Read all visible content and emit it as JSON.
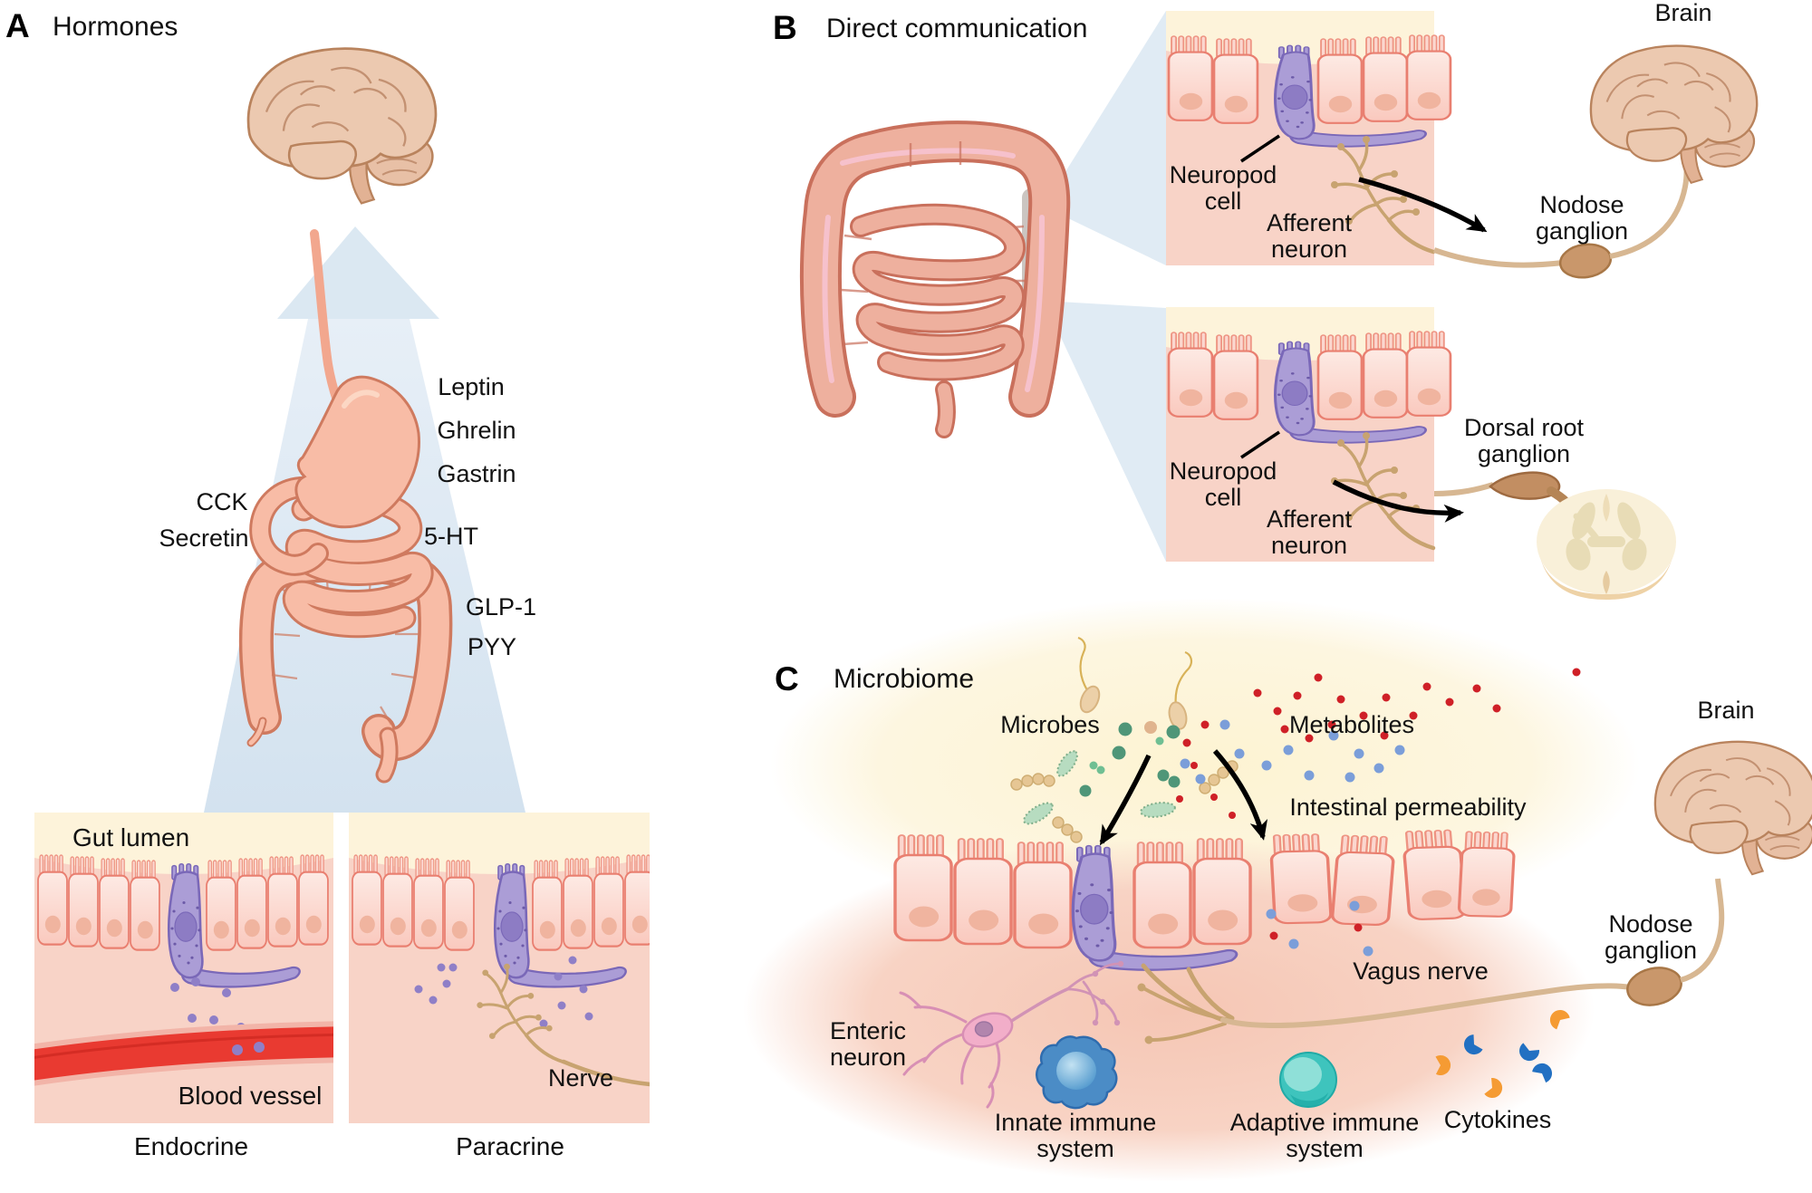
{
  "figure": {
    "type": "scientific-diagram",
    "topic": "Gut-brain communication pathways"
  },
  "colors": {
    "funnel_blue": "#dbe8f2",
    "gi_salmon": "#f8bca6",
    "gi_outline": "#cf7a5f",
    "lumen_cream": "#fdf3da",
    "epithelium_pink": "#fbd3c9",
    "cell_stroke": "#e97f70",
    "neuropod_purple": "#ab9dd6",
    "neuropod_stroke": "#7a68b8",
    "vesicle_purple": "#8f7fc7",
    "blood_red": "#e93a31",
    "nerve_tan": "#c8a370",
    "ganglion_tan": "#c9976b",
    "brain_fill": "#ecc9b0",
    "brain_stroke": "#b9835d",
    "spinal_cream": "#f9f0d9",
    "enteric_pink": "#f2aec9",
    "innate_blue": "#4b8cc6",
    "adaptive_teal": "#3ec4bd",
    "cytokine_orange": "#f59b33",
    "cytokine_blue": "#2270c2",
    "microbe_green_dark": "#4f9678",
    "microbe_green_light": "#b7dcc0",
    "microbe_tan": "#eccfa4",
    "metabolite_red": "#cf2027",
    "metabolite_blue": "#7b9ed9"
  },
  "panel_a": {
    "letter": "A",
    "title": "Hormones",
    "labels": {
      "leptin": "Leptin",
      "ghrelin": "Ghrelin",
      "gastrin": "Gastrin",
      "cck": "CCK",
      "secretin": "Secretin",
      "serotonin": "5-HT",
      "glp1": "GLP-1",
      "pyy": "PYY",
      "gut_lumen": "Gut lumen",
      "blood_vessel": "Blood vessel",
      "nerve": "Nerve",
      "endocrine": "Endocrine",
      "paracrine": "Paracrine"
    }
  },
  "panel_b": {
    "letter": "B",
    "title": "Direct communication",
    "labels": {
      "brain": "Brain",
      "nodose_ganglion": "Nodose\nganglion",
      "neuropod_cell_top": "Neuropod\ncell",
      "afferent_neuron_top": "Afferent\nneuron",
      "neuropod_cell_bottom": "Neuropod\ncell",
      "afferent_neuron_bottom": "Afferent\nneuron",
      "dorsal_root_ganglion": "Dorsal root\nganglion"
    }
  },
  "panel_c": {
    "letter": "C",
    "title": "Microbiome",
    "labels": {
      "microbes": "Microbes",
      "metabolites": "Metabolites",
      "intestinal_permeability": "Intestinal permeability",
      "enteric_neuron": "Enteric\nneuron",
      "innate_immune": "Innate immune\nsystem",
      "adaptive_immune": "Adaptive immune\nsystem",
      "cytokines": "Cytokines",
      "vagus_nerve": "Vagus nerve",
      "nodose_ganglion": "Nodose\nganglion",
      "brain": "Brain"
    }
  }
}
